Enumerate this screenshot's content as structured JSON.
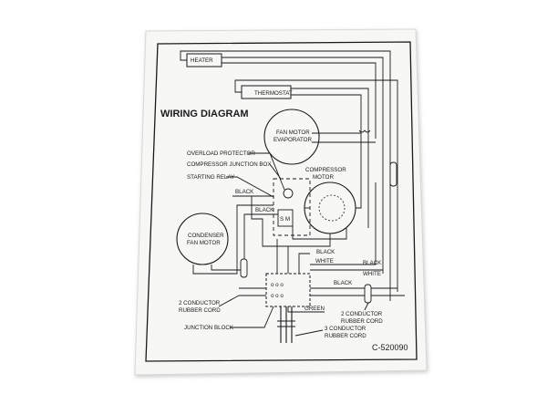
{
  "diagram": {
    "title": "WIRING DIAGRAM",
    "code": "C-520090",
    "components": {
      "heater": "HEATER",
      "thermostat": "THERMOSTAT",
      "fan_motor_evaporator": [
        "FAN MOTOR",
        "EVAPORATOR"
      ],
      "compressor_motor": [
        "COMPRESSOR",
        "MOTOR"
      ],
      "condenser_fan_motor": [
        "CONDENSER",
        "FAN MOTOR"
      ],
      "overload_protector": "OVERLOAD PROTECTOR",
      "compressor_junction_box": "COMPRESSOR JUNCTION BOX",
      "starting_relay": "STARTING RELAY",
      "junction_block": "JUNCTION BLOCK",
      "cord_left": [
        "2 CONDUCTOR",
        "RUBBER CORD"
      ],
      "cord_right": [
        "2 CONDUCTOR",
        "RUBBER CORD"
      ],
      "cord_bottom": [
        "3 CONDUCTOR",
        "RUBBER CORD"
      ]
    },
    "wire_labels": {
      "black_1": "BLACK",
      "black_2": "BLACK",
      "black_3": "BLACK",
      "white_1": "WHITE",
      "black_4": "BLACK",
      "white_2": "WHITE",
      "black_5": "BLACK",
      "green": "GREEN"
    }
  }
}
